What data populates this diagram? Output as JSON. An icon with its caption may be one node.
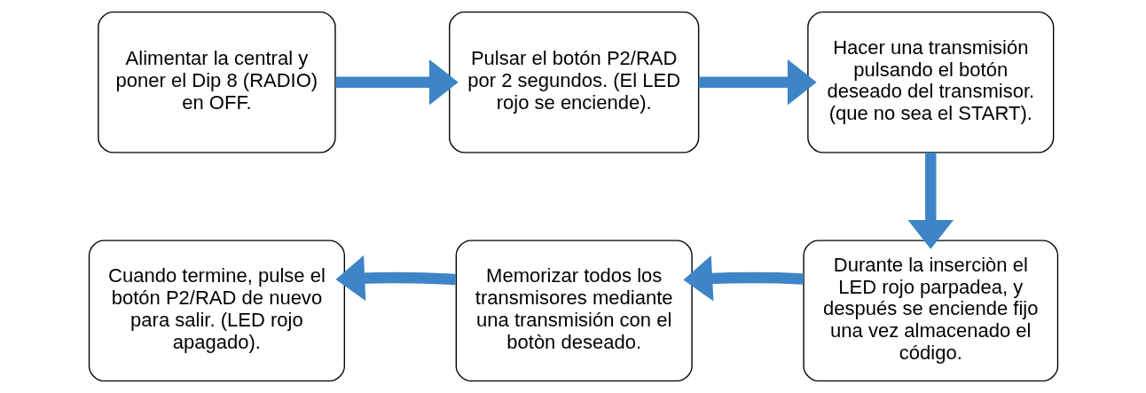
{
  "diagram": {
    "nodes": [
      {
        "text": [
          "Alimentar la central y poner el Dip 8 (RADIO) en OFF."
        ]
      },
      {
        "text": [
          "Pulsar el botón P2/RAD por 2 segundos. (El LED rojo se enciende)."
        ]
      },
      {
        "text": [
          "Hacer una transmisión pulsando el botón deseado del transmisor. (que no sea el START)."
        ]
      },
      {
        "text": [
          "Durante la inserciòn el LED rojo parpadea, y después se enciende fijo una vez almacenado el código."
        ]
      },
      {
        "text": [
          "Memorizar todos los transmisores mediante una transmisión con el botòn deseado."
        ]
      },
      {
        "text": [
          "Cuando termine, pulse el botón P2/RAD de nuevo para salir. (LED rojo apagado)."
        ]
      }
    ],
    "edges": [
      {
        "from": 0,
        "to": 1,
        "arrow": "to"
      },
      {
        "from": 1,
        "to": 2,
        "arrow": "to"
      },
      {
        "from": 2,
        "to": 3,
        "arrow": "to"
      },
      {
        "from": 3,
        "to": 4,
        "arrow": "to"
      },
      {
        "from": 4,
        "to": 5,
        "arrow": "to"
      }
    ]
  }
}
